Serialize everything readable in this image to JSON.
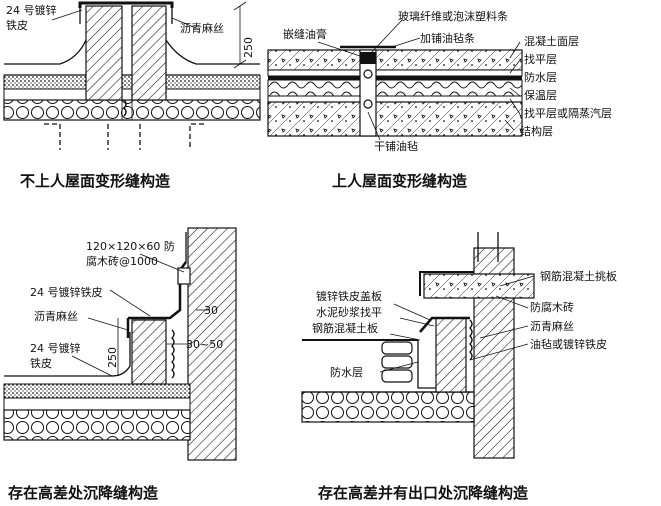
{
  "panels": {
    "tl": {
      "caption": "不上人屋面变形缝构造",
      "labels": {
        "galv_a": "24 号镀锌",
        "galv_b": "铁皮",
        "asphalt_jute": "沥青麻丝",
        "dim": "250"
      }
    },
    "tr": {
      "caption": "上人屋面变形缝构造",
      "labels": {
        "sealant": "嵌缝油膏",
        "fiber_strip": "玻璃纤维或泡沫塑料条",
        "felt_strip": "加铺油毡条",
        "concrete_surface": "混凝土面层",
        "leveling": "找平层",
        "waterproof": "防水层",
        "insulation": "保温层",
        "leveling_vapor": "找平层或隔蒸汽层",
        "structure": "结构层",
        "dry_felt": "干铺油毡"
      }
    },
    "bl": {
      "caption": "存在高差处沉降缝构造",
      "labels": {
        "brick_a": "120×120×60 防",
        "brick_b": "腐木砖@1000",
        "galv_sheet": "24 号镀锌铁皮",
        "asphalt_jute": "沥青麻丝",
        "galv_a": "24 号镀锌",
        "galv_b": "铁皮",
        "dim_30": "30",
        "dim_3050": "30~50",
        "dim_250": "250"
      }
    },
    "br": {
      "caption": "存在高差并有出口处沉降缝构造",
      "labels": {
        "rc_canopy": "钢筋混凝土挑板",
        "galv_cover": "镀锌铁皮盖板",
        "mortar_level": "水泥砂浆找平",
        "rc_slab": "钢筋混凝土板",
        "wood_brick": "防腐木砖",
        "asphalt_jute": "沥青麻丝",
        "felt_or_galv": "油毡或镀锌铁皮",
        "waterproof": "防水层"
      }
    }
  }
}
